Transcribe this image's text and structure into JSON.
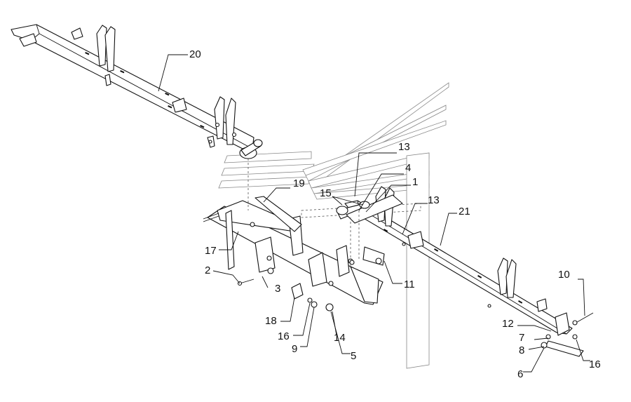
{
  "diagram": {
    "callouts": [
      {
        "id": "c20",
        "label": "20"
      },
      {
        "id": "c13a",
        "label": "13"
      },
      {
        "id": "c4",
        "label": "4"
      },
      {
        "id": "c1",
        "label": "1"
      },
      {
        "id": "c19",
        "label": "19"
      },
      {
        "id": "c15",
        "label": "15"
      },
      {
        "id": "c13b",
        "label": "13"
      },
      {
        "id": "c21",
        "label": "21"
      },
      {
        "id": "c17",
        "label": "17"
      },
      {
        "id": "c2",
        "label": "2"
      },
      {
        "id": "c3",
        "label": "3"
      },
      {
        "id": "c11",
        "label": "11"
      },
      {
        "id": "c10",
        "label": "10"
      },
      {
        "id": "c18",
        "label": "18"
      },
      {
        "id": "c16a",
        "label": "16"
      },
      {
        "id": "c9",
        "label": "9"
      },
      {
        "id": "c14",
        "label": "14"
      },
      {
        "id": "c5",
        "label": "5"
      },
      {
        "id": "c12",
        "label": "12"
      },
      {
        "id": "c7",
        "label": "7"
      },
      {
        "id": "c8",
        "label": "8"
      },
      {
        "id": "c6",
        "label": "6"
      },
      {
        "id": "c16b",
        "label": "16"
      }
    ]
  }
}
